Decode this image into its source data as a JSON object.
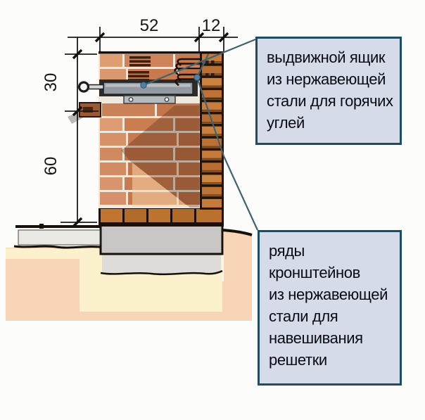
{
  "diagram": {
    "title_semantic": "brick barbecue masonry section",
    "dimensions": {
      "width_main": "52",
      "width_right": "12",
      "height_upper": "30",
      "height_lower": "60"
    },
    "callouts": [
      {
        "id": "drawer",
        "lines": [
          "выдвижной ящик",
          "из нержавеющей",
          "стали для горячих",
          "углей"
        ]
      },
      {
        "id": "brackets",
        "lines": [
          "ряды",
          "кронштейнов",
          "из нержавеющей",
          "стали для",
          "навешивания",
          "решетки"
        ]
      }
    ],
    "colors": {
      "callout_bg": "#d5dbe9",
      "callout_border": "#1c4d60",
      "leader_line": "#40646f",
      "anchor_dot": "#4f81a8",
      "brick_light": "#d9946a",
      "brick_medium": "#c87a4e",
      "brick_right_column": "#bd7335",
      "mortar_light": "#efe8dc",
      "mortar_dark": "#241408",
      "drawer_gray": "#9299a0",
      "foundation_gray": "#c8c7c5",
      "soil_peach": "#f8d5b6",
      "soil_cream": "#fbf2cd",
      "line_dark": "#17100a"
    }
  }
}
